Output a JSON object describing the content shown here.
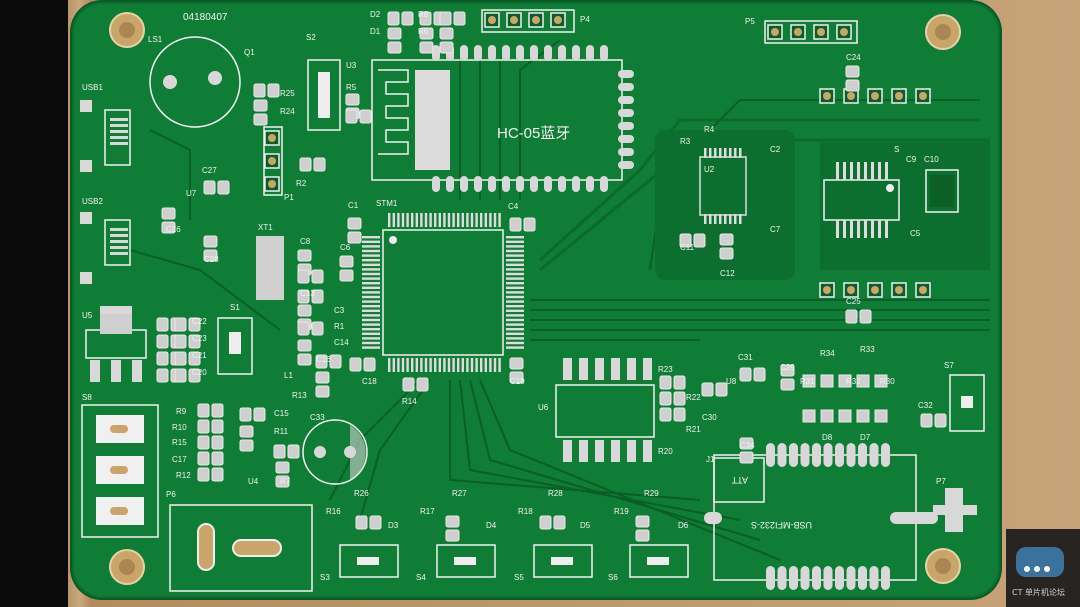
{
  "image": {
    "description_labels": {
      "serial": "04180407",
      "module_label": "HC-05蓝牙",
      "usb_label": "USB-MFI232-S",
      "attr_label": "ATT"
    },
    "component_labels": [
      "LS1",
      "USB1",
      "USB2",
      "U5",
      "S8",
      "P6",
      "U7",
      "C27",
      "C26",
      "C28",
      "XT1",
      "S1",
      "C22",
      "C23",
      "C21",
      "C20",
      "R9",
      "R10",
      "R15",
      "C17",
      "R12",
      "C15",
      "R11",
      "U4",
      "R7",
      "C33",
      "Q1",
      "R25",
      "R24",
      "S2",
      "U3",
      "R5",
      "R2",
      "P1",
      "C1",
      "STM1",
      "C4",
      "C8",
      "C6",
      "C13",
      "C3",
      "R1",
      "C14",
      "C16",
      "L1",
      "R13",
      "C18",
      "R14",
      "C19",
      "D2",
      "D1",
      "R8",
      "R6",
      "P4",
      "P5",
      "C24",
      "R3",
      "R4",
      "U2",
      "C2",
      "C11",
      "C12",
      "C7",
      "S",
      "C9",
      "C10",
      "C5",
      "C25",
      "R23",
      "U6",
      "R20",
      "R21",
      "R22",
      "C31",
      "U8",
      "C30",
      "C34",
      "C29",
      "R31",
      "R34",
      "R32",
      "R33",
      "R30",
      "D8",
      "D7",
      "S7",
      "C32",
      "R26",
      "D3",
      "R16",
      "S3",
      "R27",
      "D4",
      "R17",
      "S4",
      "R28",
      "D5",
      "R18",
      "S5",
      "R29",
      "D6",
      "R19",
      "S6",
      "P7",
      "J1"
    ]
  },
  "watermark": {
    "text": "CT 单片机论坛"
  }
}
